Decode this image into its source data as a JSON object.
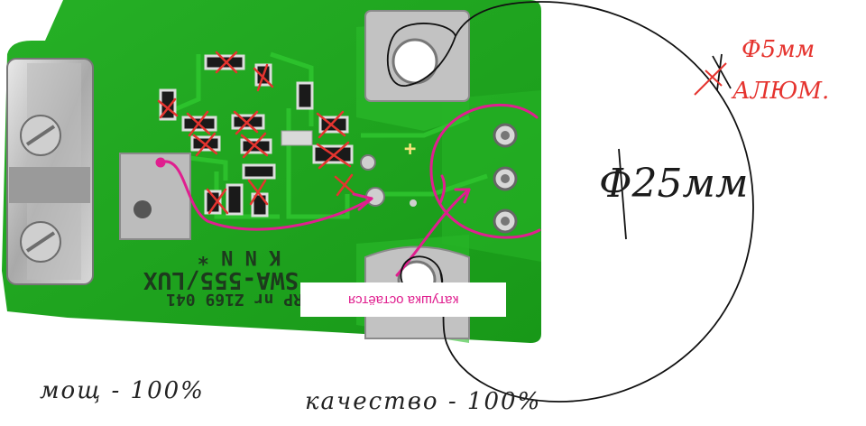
{
  "annotations": {
    "coil_note": "катушка остаётся",
    "rod_diameter": "Ф5мм",
    "rod_material": "АЛЮМ.",
    "loop_diameter": "Ф25мм",
    "power_note": "мощ - 100%",
    "quality_note": "качество - 100%"
  },
  "board": {
    "model": "SWA-555/LUX",
    "serial": "RP nr Z169 041",
    "letters": "K N N *",
    "polarity": "+"
  },
  "colors": {
    "pcb": "#1fa51f",
    "pcb_dark": "#178a17",
    "marker_magenta": "#e01f8f",
    "marker_red": "#e5342f",
    "pen_black": "#111111"
  }
}
